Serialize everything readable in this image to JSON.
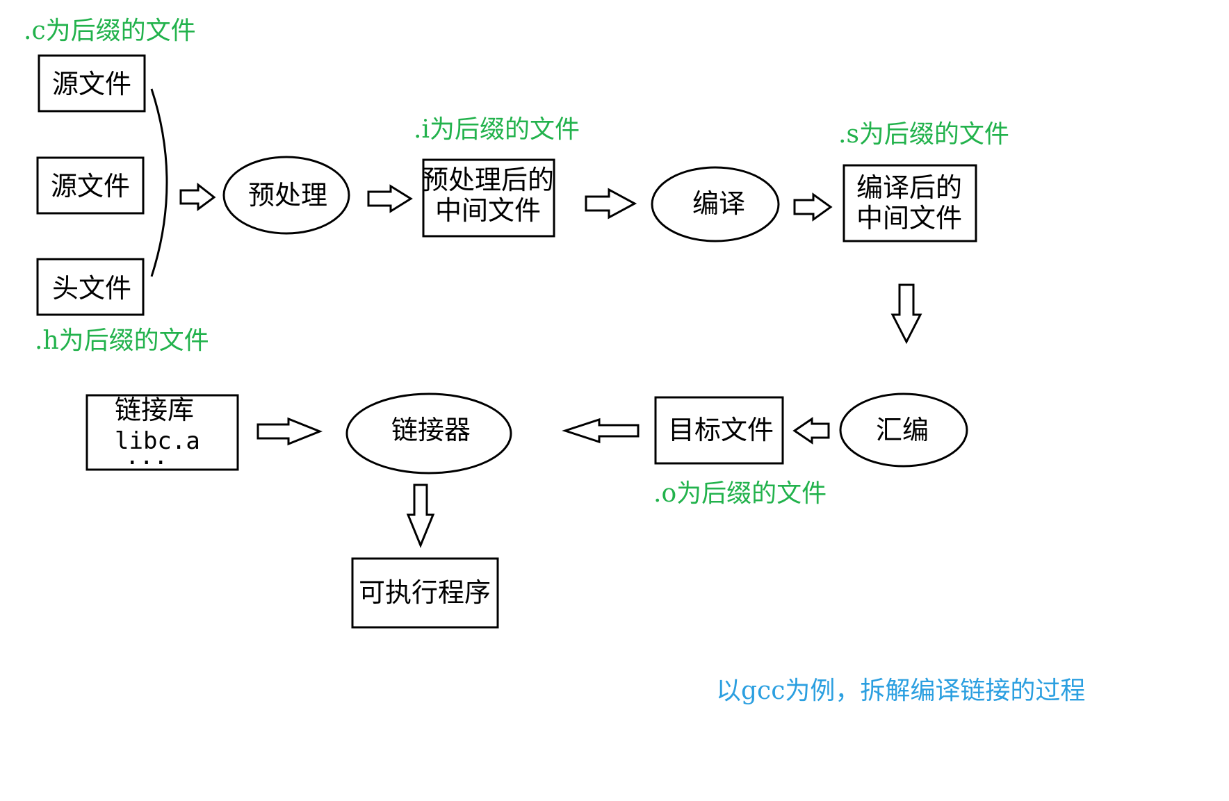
{
  "notes": {
    "c_suffix": ".c为后缀的文件",
    "h_suffix": ".h为后缀的文件",
    "i_suffix": ".i为后缀的文件",
    "s_suffix": ".s为后缀的文件",
    "o_suffix": ".o为后缀的文件"
  },
  "nodes": {
    "source1": "源文件",
    "source2": "源文件",
    "header": "头文件",
    "preprocess": "预处理",
    "preprocessed_line1": "预处理后的",
    "preprocessed_line2": "中间文件",
    "compile": "编译",
    "compiled_line1": "编译后的",
    "compiled_line2": "中间文件",
    "assemble": "汇编",
    "object_file": "目标文件",
    "linker": "链接器",
    "library_title": "链接库",
    "library_name": "libc.a",
    "library_more": "...",
    "executable": "可执行程序"
  },
  "caption": "以gcc为例，拆解编译链接的过程",
  "colors": {
    "note": "#22b24c",
    "caption": "#2b9fe0",
    "stroke": "#000000"
  }
}
